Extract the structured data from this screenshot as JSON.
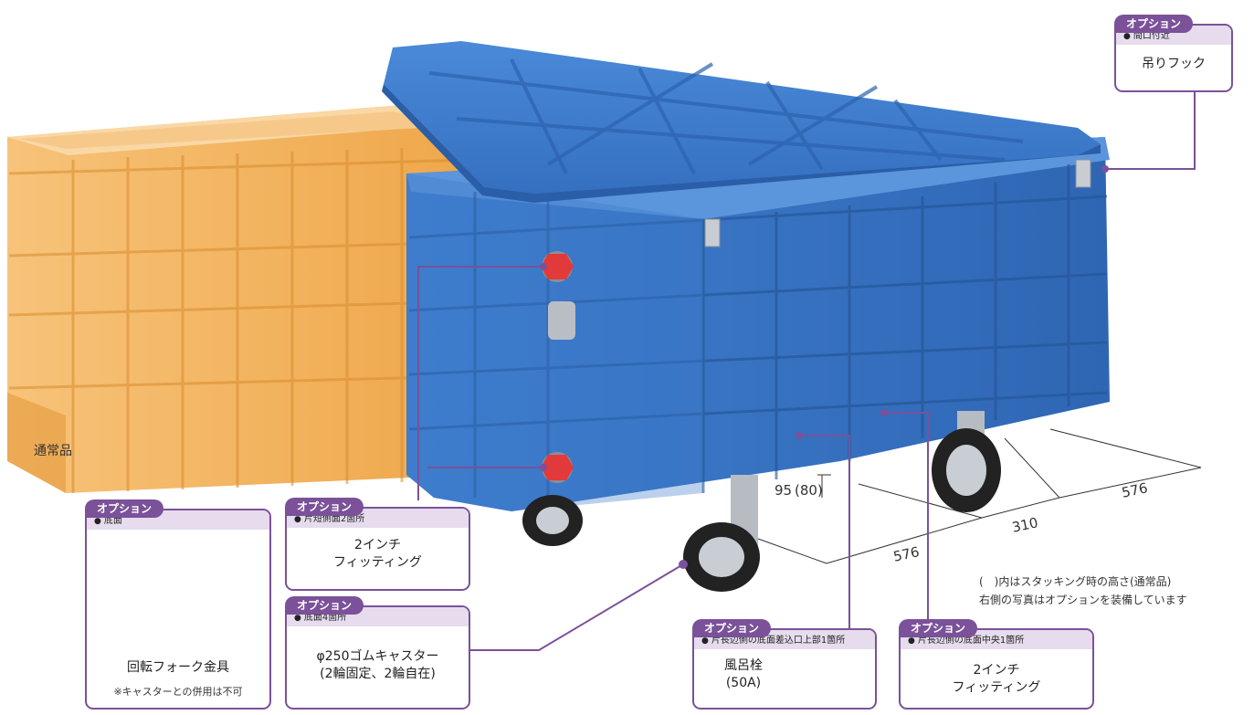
{
  "colors": {
    "accent": "#7b5199",
    "accent_light": "#e6dcee",
    "blue_crate": "#3a78c6",
    "orange_crate": "#f4b45a",
    "red_fitting": "#e23a3a"
  },
  "normal_label": "通常品",
  "dimensions": {
    "height": "95",
    "height_stacked": "(80)",
    "side_left": "576",
    "middle": "310",
    "side_right": "576"
  },
  "notes": {
    "line1": "(　)内はスタッキング時の高さ(通常品)",
    "line2": "右側の写真はオプションを装備しています"
  },
  "options": {
    "tag": "オプション",
    "hook": {
      "location": "間口付近",
      "name": "吊りフック"
    },
    "fork": {
      "location": "底面",
      "name": "回転フォーク金具",
      "note": "※キャスターとの併用は不可"
    },
    "short_fitting": {
      "location": "片短側面2箇所",
      "name_line1": "2インチ",
      "name_line2": "フィッティング"
    },
    "caster": {
      "location": "底面4箇所",
      "name_line1": "φ250ゴムキャスター",
      "name_line2": "(2輪固定、2輪自在)"
    },
    "drain": {
      "location": "片長辺側の底面差込口上部1箇所",
      "name_line1": "風呂栓",
      "name_line2": "(50A)"
    },
    "bottom_fitting": {
      "location": "片長辺側の底面中央1箇所",
      "name_line1": "2インチ",
      "name_line2": "フィッティング"
    }
  }
}
